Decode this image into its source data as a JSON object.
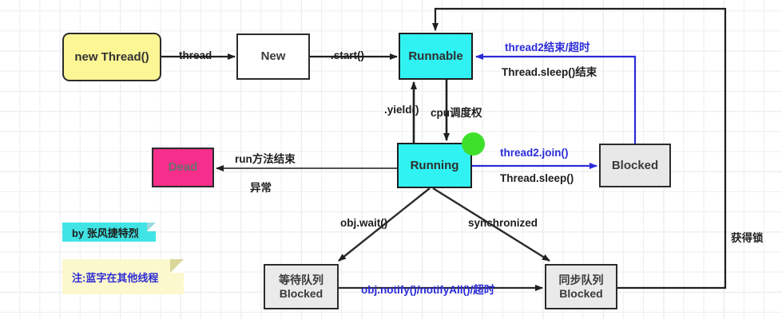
{
  "diagram": {
    "title": "Java Thread Lifecycle State Diagram",
    "colors": {
      "state_active": "#31f2f2",
      "state_blocked": "#e8e8e8",
      "state_dead": "#f52f8b",
      "state_new": "#fdf695",
      "blue_text": "#2b2bd8",
      "edge": "#1f1f1f",
      "blue_edge": "#2b2bd8",
      "green_dot": "#3fe02b"
    },
    "nodes": [
      {
        "id": "new-thread",
        "label": "new Thread()"
      },
      {
        "id": "new",
        "label": "New"
      },
      {
        "id": "runnable",
        "label": "Runnable"
      },
      {
        "id": "running",
        "label": "Running"
      },
      {
        "id": "dead",
        "label": "Dead"
      },
      {
        "id": "blocked",
        "label": "Blocked"
      },
      {
        "id": "wait-queue",
        "label_line1": "等待队列",
        "label_line2": "Blocked"
      },
      {
        "id": "sync-queue",
        "label_line1": "同步队列",
        "label_line2": "Blocked"
      }
    ],
    "edge_labels": {
      "thread": "thread",
      "start": ".start()",
      "yield": ".yield()",
      "cpu_schedule": "cpu调度权",
      "thread2_end_timeout": "thread2结束/超时",
      "thread_sleep_end": "Thread.sleep()结束",
      "thread2_join": "thread2.join()",
      "thread_sleep": "Thread.sleep()",
      "run_method_end": "run方法结束",
      "exception": "异常",
      "obj_wait": "obj.wait()",
      "synchronized": "synchronized",
      "obj_notify": "obj.notify()/notifyAll()/超时",
      "acquire_lock": "获得锁"
    },
    "notes": {
      "author": "by 张风捷特烈",
      "hint": "注:蓝字在其他线程"
    }
  }
}
